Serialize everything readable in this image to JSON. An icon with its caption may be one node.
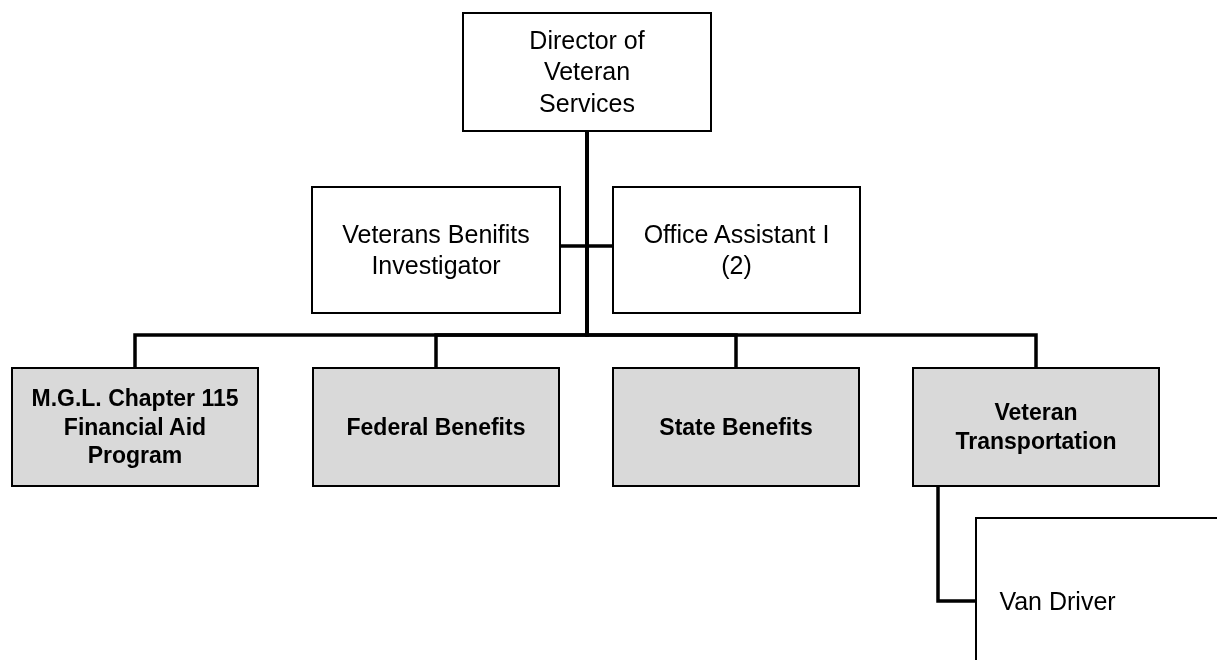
{
  "diagram": {
    "nodes": [
      {
        "text": [
          "Director of Veteran Services"
        ]
      },
      {
        "text": [
          "Veterans Benifits Investigator"
        ]
      },
      {
        "text": [
          "Office Assistant I (2)"
        ]
      },
      {
        "text": [
          "M.G.L. Chapter 115 Financial Aid Program"
        ]
      },
      {
        "text": [
          "Federal Benefits"
        ]
      },
      {
        "text": [
          "State Benefits"
        ]
      },
      {
        "text": [
          "Veteran Transportation"
        ]
      },
      {
        "text": [
          "Van Driver"
        ]
      }
    ],
    "edges": [
      {
        "from": 0,
        "to": 1,
        "arrow": "none"
      },
      {
        "from": 0,
        "to": 2,
        "arrow": "none"
      },
      {
        "from": 0,
        "to": 3,
        "arrow": "none"
      },
      {
        "from": 0,
        "to": 4,
        "arrow": "none"
      },
      {
        "from": 0,
        "to": 5,
        "arrow": "none"
      },
      {
        "from": 0,
        "to": 6,
        "arrow": "none"
      },
      {
        "from": 6,
        "to": 7,
        "arrow": "none"
      }
    ]
  }
}
